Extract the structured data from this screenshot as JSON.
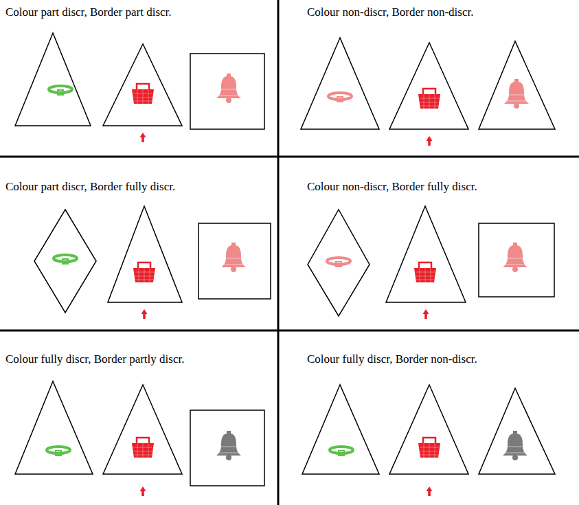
{
  "diagram": {
    "labels": [
      "Colour part discr, Border part discr.",
      "Colour non-discr, Border non-discr.",
      "Colour part discr, Border fully discr.",
      "Colour non-discr, Border fully discr.",
      "Colour fully discr, Border partly discr.",
      "Colour fully discr, Border non-discr."
    ]
  }
}
